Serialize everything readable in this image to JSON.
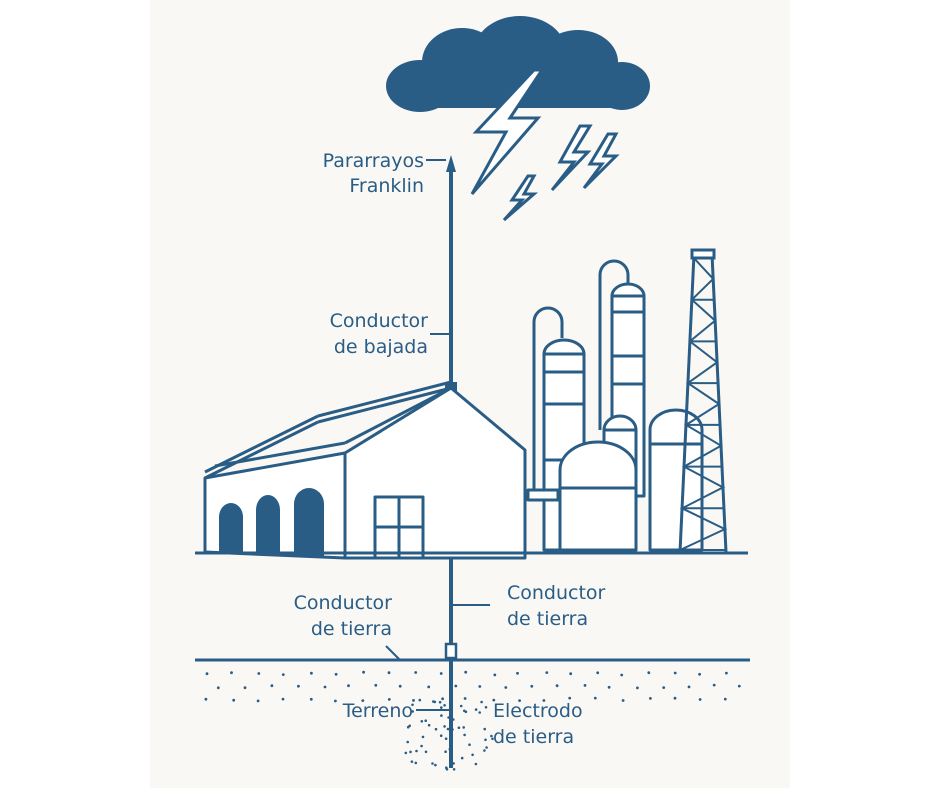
{
  "colors": {
    "ink": "#2a5d86",
    "background": "#faf8f4"
  },
  "labels": {
    "lightning_rod": [
      "Pararrayos",
      "Franklin"
    ],
    "down_conductor": [
      "Conductor",
      "de bajada"
    ],
    "ground_conductor_left": [
      "Conductor",
      "de tierra"
    ],
    "ground_conductor_right": [
      "Conductor",
      "de tierra"
    ],
    "terrain": "Terreno",
    "ground_electrode": [
      "Electrodo",
      "de tierra"
    ]
  }
}
